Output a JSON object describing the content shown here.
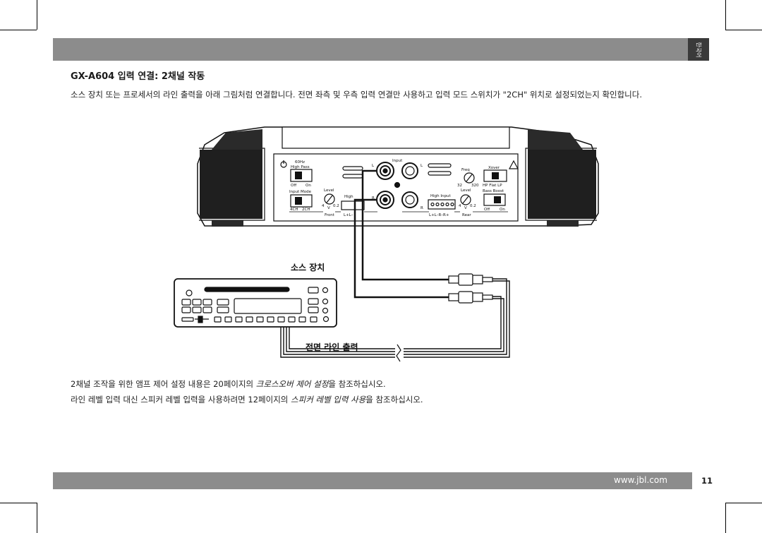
{
  "header": {
    "lang_tab": "한국어"
  },
  "section": {
    "title": "GX-A604 입력 연결: 2채널 작동",
    "intro": "소스 장치 또는 프로세서의 라인 출력을 아래 그림처럼 연결합니다. 전면 좌측 및 우측 입력 연결만 사용하고 입력 모드 스위치가 \"2CH\" 위치로 설정되었는지 확인합니다."
  },
  "amp_panel": {
    "hz_60": "60Hz",
    "high_pass": "High Pass",
    "off": "Off",
    "on": "On",
    "input_mode": "Input Mode",
    "ch4": "4CH",
    "ch2": "2CH",
    "level": "Level",
    "level_min": "4",
    "level_unit": "V",
    "level_max": "0.2",
    "high": "High",
    "input": "Input",
    "l": "L",
    "r": "R",
    "front": "Front",
    "front_terms": "L+L–",
    "freq": "Freq",
    "freq_min": "32",
    "freq_max": "320",
    "xover": "Xover",
    "xover_modes": "HP Flat LP",
    "bass_boost": "Bass Boost",
    "high_input": "High Input",
    "rear_terms": "L+L–R–R+",
    "rear": "Rear",
    "bb_off": "Off",
    "bb_on": "On"
  },
  "labels": {
    "source_device": "소스 장치",
    "front_line_out": "전면 라인 출력"
  },
  "notes": {
    "note1_pre": "2채널 조작을 위한 앰프 제어 설정 내용은 20페이지의 ",
    "note1_ref": "크로스오버 제어 설정",
    "note1_post": "을 참조하십시오.",
    "note2_pre": "라인 레벨 입력 대신 스피커 레벨 입력을 사용하려면 12페이지의 ",
    "note2_ref": "스피커 레벨 입력 사용",
    "note2_post": "을 참조하십시오."
  },
  "footer": {
    "url": "www.jbl.com",
    "page": "11"
  }
}
